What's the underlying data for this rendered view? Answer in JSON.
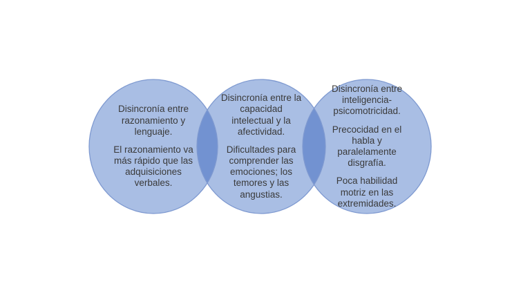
{
  "diagram": {
    "type": "venn",
    "colors": {
      "background": "#ffffff",
      "circle_fill": "#a9bee4",
      "circle_border": "#7e99d0",
      "overlap_fill": "#7292d1",
      "text": "#3a3a3a"
    },
    "circles": [
      {
        "position": "left",
        "paragraphs": [
          "Disincronía entre razonamiento y lenguaje.",
          "El razonamiento va más rápido que las adquisiciones verbales."
        ]
      },
      {
        "position": "middle",
        "paragraphs": [
          "Disincronía entre la capacidad intelectual y la afectividad.",
          "Dificultades para comprender las emociones; los temores y las angustias."
        ]
      },
      {
        "position": "right",
        "paragraphs": [
          "Disincronía entre inteligencia-psicomotricidad.",
          "Precocidad en el habla y paralelamente disgrafía.",
          "Poca habilidad motriz en las extremidades."
        ]
      }
    ]
  }
}
